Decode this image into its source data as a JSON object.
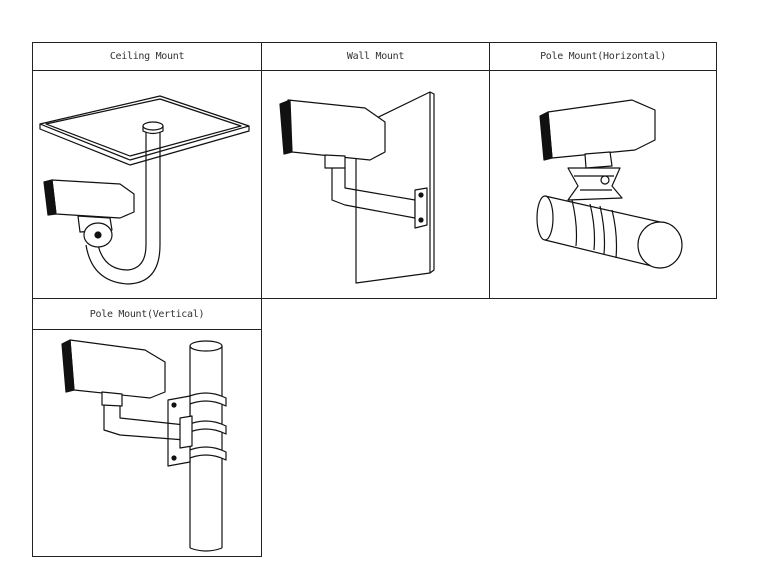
{
  "mounts": [
    {
      "label": "Ceiling Mount",
      "icon": "ceiling-mount-illustration"
    },
    {
      "label": "Wall Mount",
      "icon": "wall-mount-illustration"
    },
    {
      "label": "Pole Mount(Horizontal)",
      "icon": "pole-mount-horizontal-illustration"
    },
    {
      "label": "Pole Mount(Vertical)",
      "icon": "pole-mount-vertical-illustration"
    }
  ]
}
